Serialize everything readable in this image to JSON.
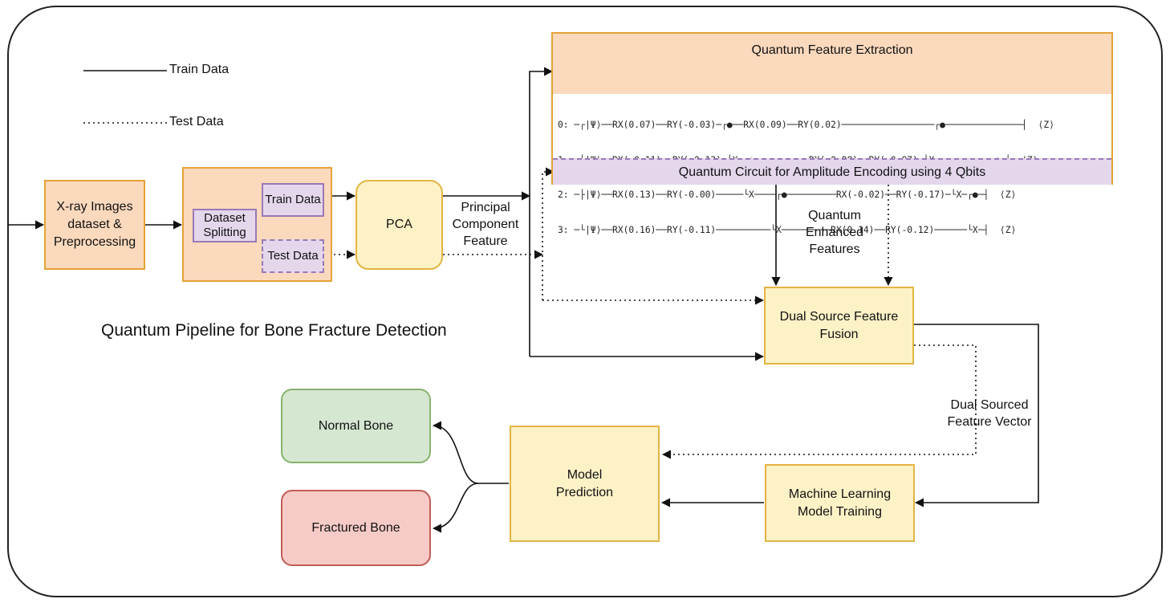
{
  "legend": {
    "train": "Train Data",
    "test": "Test Data"
  },
  "title": "Quantum Pipeline for Bone Fracture Detection",
  "nodes": {
    "xray": "X-ray Images dataset & Preprocessing",
    "split": "Dataset Splitting",
    "train": "Train Data",
    "test": "Test Data",
    "pca": "PCA",
    "qfe": "Quantum Feature Extraction",
    "circuit_caption": "Quantum Circuit for Amplitude Encoding using 4 Qbits",
    "fusion": "Dual Source Feature Fusion",
    "ml": "Machine Learning Model Training",
    "predict": "Model Prediction",
    "normal": "Normal Bone",
    "fractured": "Fractured Bone"
  },
  "edge_labels": {
    "pca_out": "Principal Component Feature",
    "quantum_out": "Quantum Enhanced Features",
    "fusion_out": "Dual Sourced Feature Vector"
  },
  "circuit_lines": [
    "0: ─┌|Ψ⟩──RX(0.07)──RY(-0.03)─┌●──RX(0.09)──RY(0.02)─────────────────┌●──────────────┤  ⟨Z⟩",
    "1: ─├|Ψ⟩──RX(-0.11)──RY(-0.13)─└X─┌●──────────RX(-0.08)──RY(-0.07)─└X──────────┌●─┤  ⟨Z⟩",
    "2: ─├|Ψ⟩──RX(0.13)──RY(-0.00)─────└X────┌●─────────RX(-0.02)──RY(-0.17)─└X─┌●─┤  ⟨Z⟩",
    "3: ─└|Ψ⟩──RX(0.16)──RY(-0.11)──────────└X─────────RX(0.14)──RY(-0.12)──────└X─┤  ⟨Z⟩"
  ],
  "colors": {
    "orange_fill": "#fbd9bd",
    "orange_stroke": "#e3a236",
    "yellow_fill": "#fdf1c6",
    "yellow_stroke": "#e3b543",
    "lavender_fill": "#e4d7ec",
    "lavender_stroke": "#9a79b5",
    "green_fill": "#d6e7d1",
    "red_fill": "#f6cbc7"
  }
}
